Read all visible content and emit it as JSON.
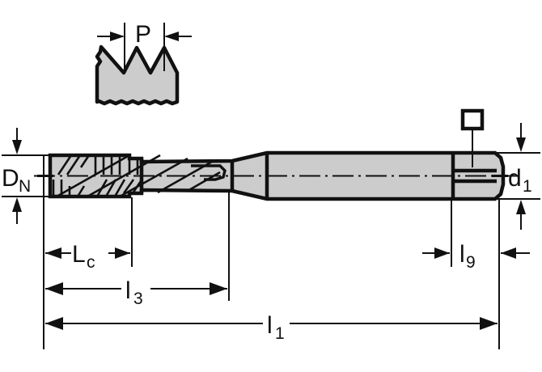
{
  "drawing": {
    "title": "Machine tap technical dimension drawing",
    "background_color": "#ffffff",
    "line_color": "#111111",
    "body_fill_color": "#cccccc"
  },
  "labels": {
    "pitch": {
      "text": "P",
      "sub": "",
      "name": "thread-pitch"
    },
    "nominal_diameter": {
      "text": "D",
      "sub": "N",
      "name": "nominal-diameter"
    },
    "shank_diameter": {
      "text": "d",
      "sub": "1",
      "name": "shank-diameter"
    },
    "chamfer_length": {
      "text": "L",
      "sub": "c",
      "name": "chamfer-length"
    },
    "thread_length": {
      "text": "l",
      "sub": "3",
      "name": "thread-length"
    },
    "square_length": {
      "text": "l",
      "sub": "9",
      "name": "square-length"
    },
    "overall_length": {
      "text": "l",
      "sub": "1",
      "name": "overall-length"
    }
  },
  "symbols": {
    "square_drive": {
      "name": "square-drive-symbol",
      "glyph": "square"
    }
  },
  "views": {
    "thread_profile": {
      "name": "thread-profile-detail",
      "teeth": 3
    },
    "side_view": {
      "name": "tap-side-view"
    }
  }
}
